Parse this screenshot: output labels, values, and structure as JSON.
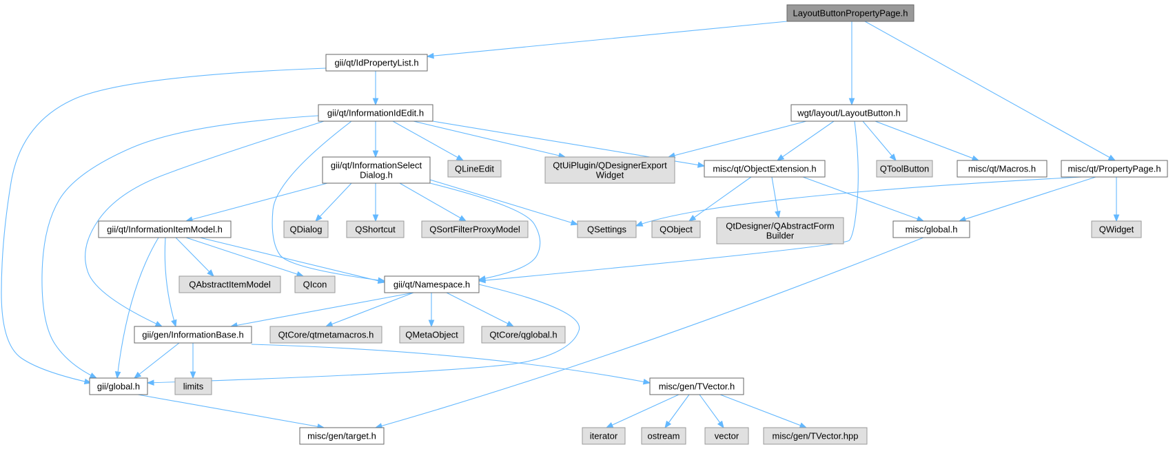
{
  "graph": {
    "nodes": [
      {
        "id": "root",
        "kind": "root",
        "lines": [
          "LayoutButtonPropertyPage.h"
        ]
      },
      {
        "id": "idpropertylist",
        "kind": "internal",
        "lines": [
          "gii/qt/IdPropertyList.h"
        ]
      },
      {
        "id": "informationidedit",
        "kind": "internal",
        "lines": [
          "gii/qt/InformationIdEdit.h"
        ]
      },
      {
        "id": "layoutbutton",
        "kind": "internal",
        "lines": [
          "wgt/layout/LayoutButton.h"
        ]
      },
      {
        "id": "infoselectdialog",
        "kind": "internal",
        "lines": [
          "gii/qt/InformationSelect",
          "Dialog.h"
        ]
      },
      {
        "id": "qlineedit",
        "kind": "external",
        "lines": [
          "QLineEdit"
        ]
      },
      {
        "id": "qdesignerexport",
        "kind": "external",
        "lines": [
          "QtUiPlugin/QDesignerExport",
          "Widget"
        ]
      },
      {
        "id": "objectextension",
        "kind": "internal",
        "lines": [
          "misc/qt/ObjectExtension.h"
        ]
      },
      {
        "id": "qtoolbutton",
        "kind": "external",
        "lines": [
          "QToolButton"
        ]
      },
      {
        "id": "macros",
        "kind": "internal",
        "lines": [
          "misc/qt/Macros.h"
        ]
      },
      {
        "id": "propertypage",
        "kind": "internal",
        "lines": [
          "misc/qt/PropertyPage.h"
        ]
      },
      {
        "id": "infoitemmodel",
        "kind": "internal",
        "lines": [
          "gii/qt/InformationItemModel.h"
        ]
      },
      {
        "id": "qdialog",
        "kind": "external",
        "lines": [
          "QDialog"
        ]
      },
      {
        "id": "qshortcut",
        "kind": "external",
        "lines": [
          "QShortcut"
        ]
      },
      {
        "id": "qsortfilter",
        "kind": "external",
        "lines": [
          "QSortFilterProxyModel"
        ]
      },
      {
        "id": "qsettings",
        "kind": "external",
        "lines": [
          "QSettings"
        ]
      },
      {
        "id": "qobject",
        "kind": "external",
        "lines": [
          "QObject"
        ]
      },
      {
        "id": "qabstractformbuilder",
        "kind": "external",
        "lines": [
          "QtDesigner/QAbstractForm",
          "Builder"
        ]
      },
      {
        "id": "miscglobal",
        "kind": "internal",
        "lines": [
          "misc/global.h"
        ]
      },
      {
        "id": "qwidget",
        "kind": "external",
        "lines": [
          "QWidget"
        ]
      },
      {
        "id": "qabstractitemmodel",
        "kind": "external",
        "lines": [
          "QAbstractItemModel"
        ]
      },
      {
        "id": "qicon",
        "kind": "external",
        "lines": [
          "QIcon"
        ]
      },
      {
        "id": "namespace",
        "kind": "internal",
        "lines": [
          "gii/qt/Namespace.h"
        ]
      },
      {
        "id": "informationbase",
        "kind": "internal",
        "lines": [
          "gii/gen/InformationBase.h"
        ]
      },
      {
        "id": "qtmetamacros",
        "kind": "external",
        "lines": [
          "QtCore/qtmetamacros.h"
        ]
      },
      {
        "id": "qmetaobject",
        "kind": "external",
        "lines": [
          "QMetaObject"
        ]
      },
      {
        "id": "qglobal",
        "kind": "external",
        "lines": [
          "QtCore/qglobal.h"
        ]
      },
      {
        "id": "giiglobal",
        "kind": "internal",
        "lines": [
          "gii/global.h"
        ]
      },
      {
        "id": "limits",
        "kind": "external",
        "lines": [
          "limits"
        ]
      },
      {
        "id": "tvector",
        "kind": "internal",
        "lines": [
          "misc/gen/TVector.h"
        ]
      },
      {
        "id": "target",
        "kind": "internal",
        "lines": [
          "misc/gen/target.h"
        ]
      },
      {
        "id": "iterator",
        "kind": "external",
        "lines": [
          "iterator"
        ]
      },
      {
        "id": "ostream",
        "kind": "external",
        "lines": [
          "ostream"
        ]
      },
      {
        "id": "vector",
        "kind": "external",
        "lines": [
          "vector"
        ]
      },
      {
        "id": "tvectorhpp",
        "kind": "external",
        "lines": [
          "misc/gen/TVector.hpp"
        ]
      }
    ],
    "edges": [
      {
        "from": "root",
        "to": "idpropertylist"
      },
      {
        "from": "root",
        "to": "layoutbutton"
      },
      {
        "from": "root",
        "to": "propertypage"
      },
      {
        "from": "idpropertylist",
        "to": "informationidedit"
      },
      {
        "from": "idpropertylist",
        "to": "giiglobal"
      },
      {
        "from": "informationidedit",
        "to": "infoselectdialog"
      },
      {
        "from": "informationidedit",
        "to": "qlineedit"
      },
      {
        "from": "informationidedit",
        "to": "qdesignerexport"
      },
      {
        "from": "informationidedit",
        "to": "objectextension"
      },
      {
        "from": "informationidedit",
        "to": "namespace"
      },
      {
        "from": "informationidedit",
        "to": "informationbase"
      },
      {
        "from": "informationidedit",
        "to": "giiglobal"
      },
      {
        "from": "layoutbutton",
        "to": "qdesignerexport"
      },
      {
        "from": "layoutbutton",
        "to": "objectextension"
      },
      {
        "from": "layoutbutton",
        "to": "qtoolbutton"
      },
      {
        "from": "layoutbutton",
        "to": "macros"
      },
      {
        "from": "layoutbutton",
        "to": "namespace"
      },
      {
        "from": "infoselectdialog",
        "to": "infoitemmodel"
      },
      {
        "from": "infoselectdialog",
        "to": "qdialog"
      },
      {
        "from": "infoselectdialog",
        "to": "qshortcut"
      },
      {
        "from": "infoselectdialog",
        "to": "qsortfilter"
      },
      {
        "from": "infoselectdialog",
        "to": "qsettings"
      },
      {
        "from": "infoselectdialog",
        "to": "namespace"
      },
      {
        "from": "objectextension",
        "to": "qobject"
      },
      {
        "from": "objectextension",
        "to": "qabstractformbuilder"
      },
      {
        "from": "objectextension",
        "to": "miscglobal"
      },
      {
        "from": "propertypage",
        "to": "qsettings"
      },
      {
        "from": "propertypage",
        "to": "miscglobal"
      },
      {
        "from": "propertypage",
        "to": "qwidget"
      },
      {
        "from": "infoitemmodel",
        "to": "qabstractitemmodel"
      },
      {
        "from": "infoitemmodel",
        "to": "qicon"
      },
      {
        "from": "infoitemmodel",
        "to": "namespace"
      },
      {
        "from": "infoitemmodel",
        "to": "informationbase"
      },
      {
        "from": "infoitemmodel",
        "to": "giiglobal"
      },
      {
        "from": "miscglobal",
        "to": "target"
      },
      {
        "from": "namespace",
        "to": "informationbase"
      },
      {
        "from": "namespace",
        "to": "qtmetamacros"
      },
      {
        "from": "namespace",
        "to": "qmetaobject"
      },
      {
        "from": "namespace",
        "to": "qglobal"
      },
      {
        "from": "namespace",
        "to": "giiglobal"
      },
      {
        "from": "informationbase",
        "to": "giiglobal"
      },
      {
        "from": "informationbase",
        "to": "limits"
      },
      {
        "from": "informationbase",
        "to": "tvector"
      },
      {
        "from": "giiglobal",
        "to": "target"
      },
      {
        "from": "tvector",
        "to": "iterator"
      },
      {
        "from": "tvector",
        "to": "ostream"
      },
      {
        "from": "tvector",
        "to": "vector"
      },
      {
        "from": "tvector",
        "to": "tvectorhpp"
      }
    ]
  }
}
